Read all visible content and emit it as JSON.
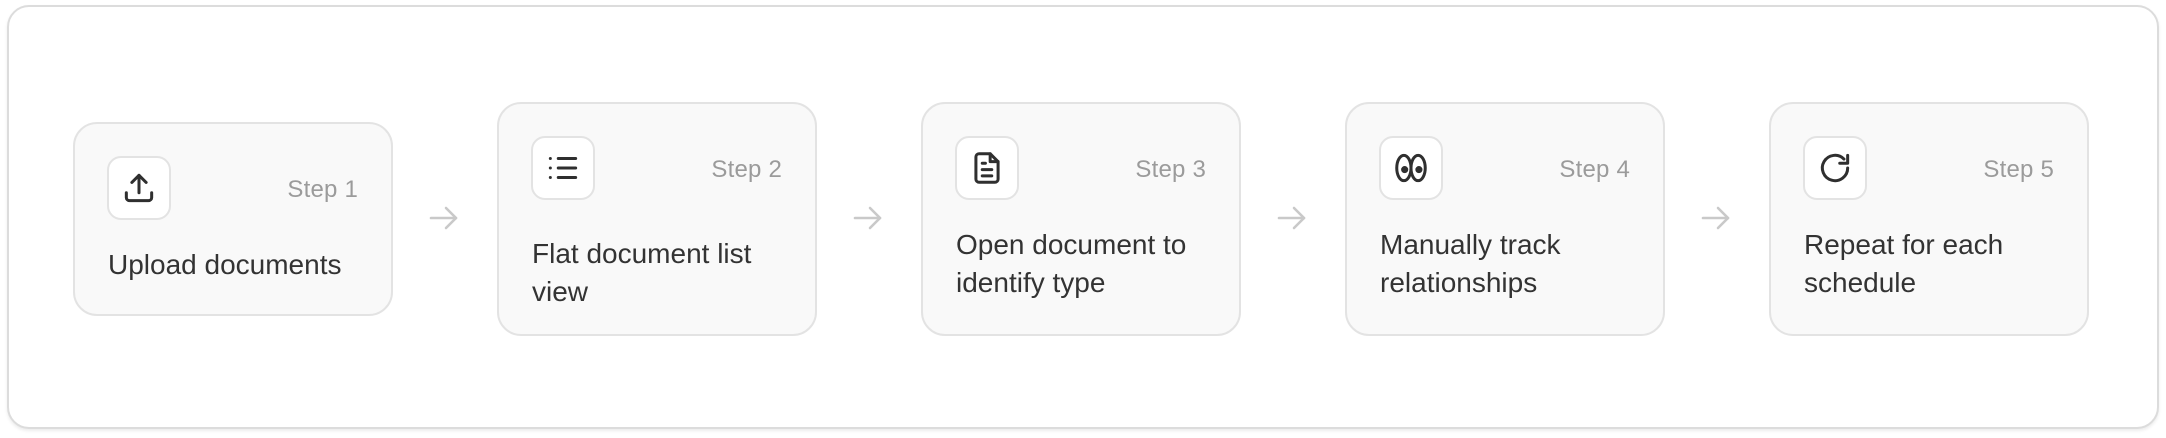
{
  "steps": [
    {
      "label": "Step 1",
      "title": "Upload documents",
      "icon": "upload-icon"
    },
    {
      "label": "Step 2",
      "title": "Flat document list view",
      "icon": "list-icon"
    },
    {
      "label": "Step 3",
      "title": "Open document to identify type",
      "icon": "document-icon"
    },
    {
      "label": "Step 4",
      "title": "Manually track relationships",
      "icon": "eyes-icon"
    },
    {
      "label": "Step 5",
      "title": "Repeat for each schedule",
      "icon": "refresh-icon"
    }
  ],
  "colors": {
    "card_background": "#f9f9f9",
    "card_border": "#e3e3e3",
    "step_label": "#9b9b9b",
    "title_text": "#333333",
    "arrow": "#c9c9c9"
  }
}
